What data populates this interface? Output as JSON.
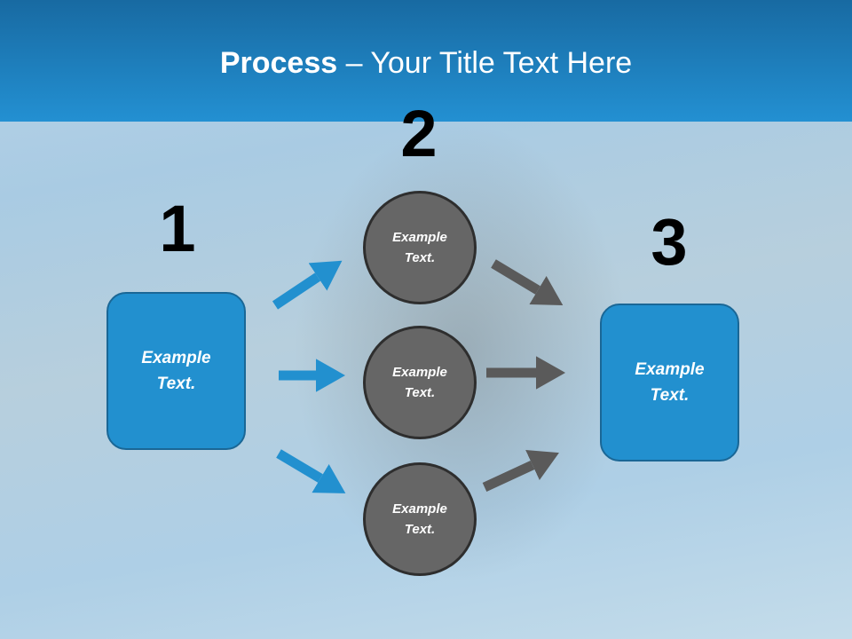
{
  "title": {
    "bold": "Process",
    "rest": " – Your Title Text Here"
  },
  "steps": {
    "one": "1",
    "two": "2",
    "three": "3"
  },
  "left_box": {
    "line1": "Example",
    "line2": "Text."
  },
  "right_box": {
    "line1": "Example",
    "line2": "Text."
  },
  "circles": [
    {
      "line1": "Example",
      "line2": "Text."
    },
    {
      "line1": "Example",
      "line2": "Text."
    },
    {
      "line1": "Example",
      "line2": "Text."
    }
  ],
  "colors": {
    "accent": "#2290cf",
    "gray": "#5a5a5a"
  }
}
